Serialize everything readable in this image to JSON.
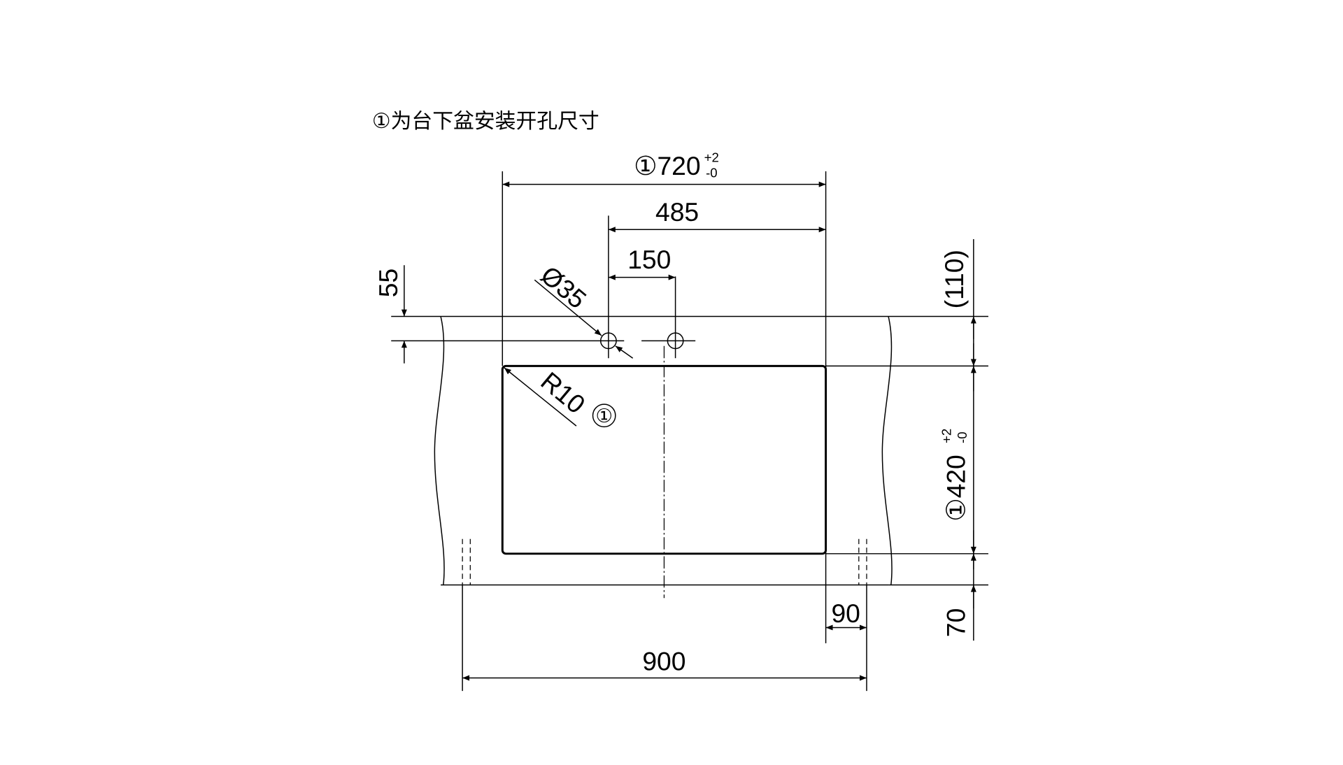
{
  "title": "①为台下盆安装开孔尺寸",
  "dimensions": {
    "cutout_width": "①720",
    "cutout_width_tol_upper": "+2",
    "cutout_width_tol_lower": "-0",
    "hole_offset": "485",
    "hole_spacing": "150",
    "hole_diameter": "Ø35",
    "corner_radius": "R10",
    "corner_radius_mark": "①",
    "hole_edge_distance": "55",
    "front_distance": "(110)",
    "cutout_depth": "①420",
    "cutout_depth_tol_upper": "+2",
    "cutout_depth_tol_lower": "-0",
    "back_distance": "70",
    "side_distance": "90",
    "counter_width": "900"
  }
}
